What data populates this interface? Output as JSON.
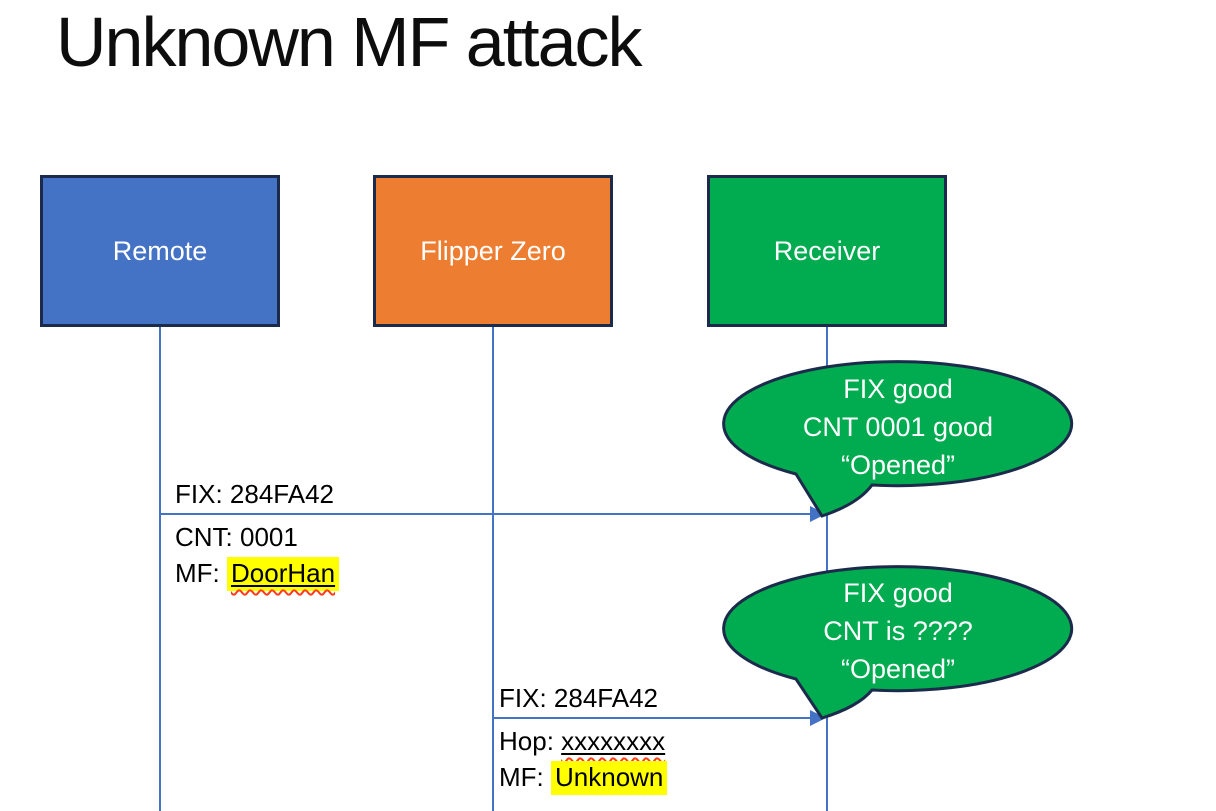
{
  "title": "Unknown MF attack",
  "actors": [
    {
      "label": "Remote"
    },
    {
      "label": "Flipper Zero"
    },
    {
      "label": "Receiver"
    }
  ],
  "messages": [
    {
      "from": "Remote",
      "to": "Receiver",
      "above": "FIX: 284FA42",
      "below1": "CNT: 0001",
      "below2_prefix": "MF: ",
      "below2_value": "DoorHan"
    },
    {
      "from": "Flipper Zero",
      "to": "Receiver",
      "above": "FIX: 284FA42",
      "below1_prefix": "Hop: ",
      "below1_value": "xxxxxxxx",
      "below2_prefix": "MF: ",
      "below2_value": "Unknown"
    }
  ],
  "callouts": [
    {
      "line1": "FIX good",
      "line2": "CNT 0001 good",
      "line3": "“Opened”"
    },
    {
      "line1": "FIX good",
      "line2": "CNT is ????",
      "line3": "“Opened”"
    }
  ],
  "colors": {
    "actor-blue": "#4472C4",
    "actor-orange": "#ED7D31",
    "actor-green": "#00AC4F",
    "callout-green": "#00AC4F",
    "shape-border": "#1C2B4C",
    "connector-blue": "#4472C4",
    "highlight-yellow": "#FFFF00",
    "squiggle-red": "#FF3B1D"
  }
}
